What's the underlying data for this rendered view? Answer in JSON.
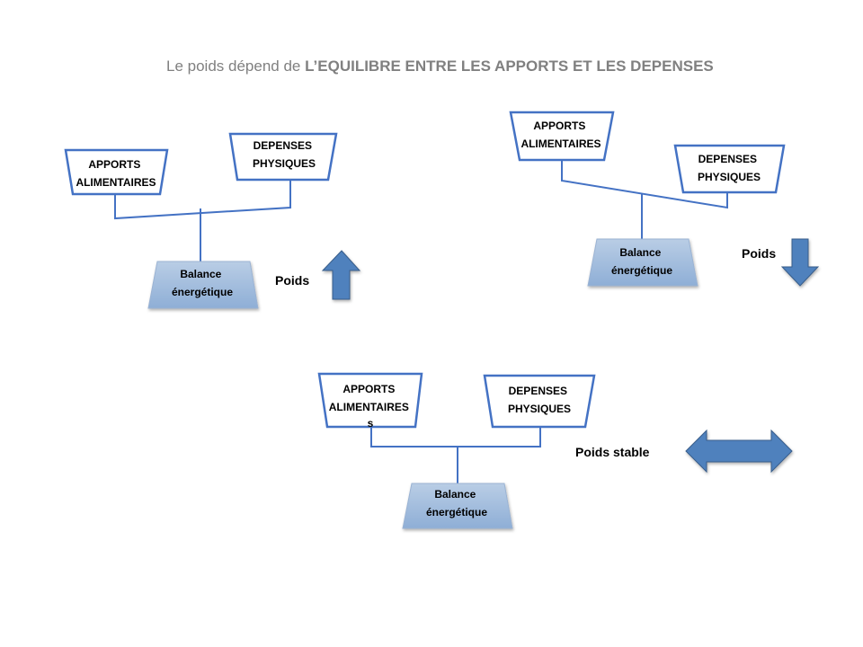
{
  "title": {
    "normal": "Le poids dépend de ",
    "bold": "L’EQUILIBRE ENTRE LES APPORTS ET LES DEPENSES"
  },
  "colors": {
    "outline": "#4472c4",
    "arrow_fill": "#4f81bd",
    "arrow_stroke": "#385d8a",
    "base_top": "#b9cde5",
    "base_bottom": "#8eaed6",
    "title": "#808080"
  },
  "scales": [
    {
      "id": "gain",
      "apports": [
        "APPORTS",
        "ALIMENTAIRES"
      ],
      "depenses": [
        "DEPENSES",
        "PHYSIQUES"
      ],
      "base": [
        "Balance",
        "énergétique"
      ],
      "weight_label": "Poids",
      "arrow_icon": "arrow-up-icon"
    },
    {
      "id": "loss",
      "apports": [
        "APPORTS",
        "ALIMENTAIRES"
      ],
      "depenses": [
        "DEPENSES",
        "PHYSIQUES"
      ],
      "base": [
        "Balance",
        "énergétique"
      ],
      "weight_label": "Poids",
      "arrow_icon": "arrow-down-icon"
    },
    {
      "id": "stable",
      "apports": [
        "APPORTS",
        "ALIMENTAIRES",
        "s"
      ],
      "depenses": [
        "DEPENSES",
        "PHYSIQUES"
      ],
      "base": [
        "Balance",
        "énergétique"
      ],
      "weight_label": "Poids stable",
      "arrow_icon": "arrow-left-right-icon"
    }
  ]
}
